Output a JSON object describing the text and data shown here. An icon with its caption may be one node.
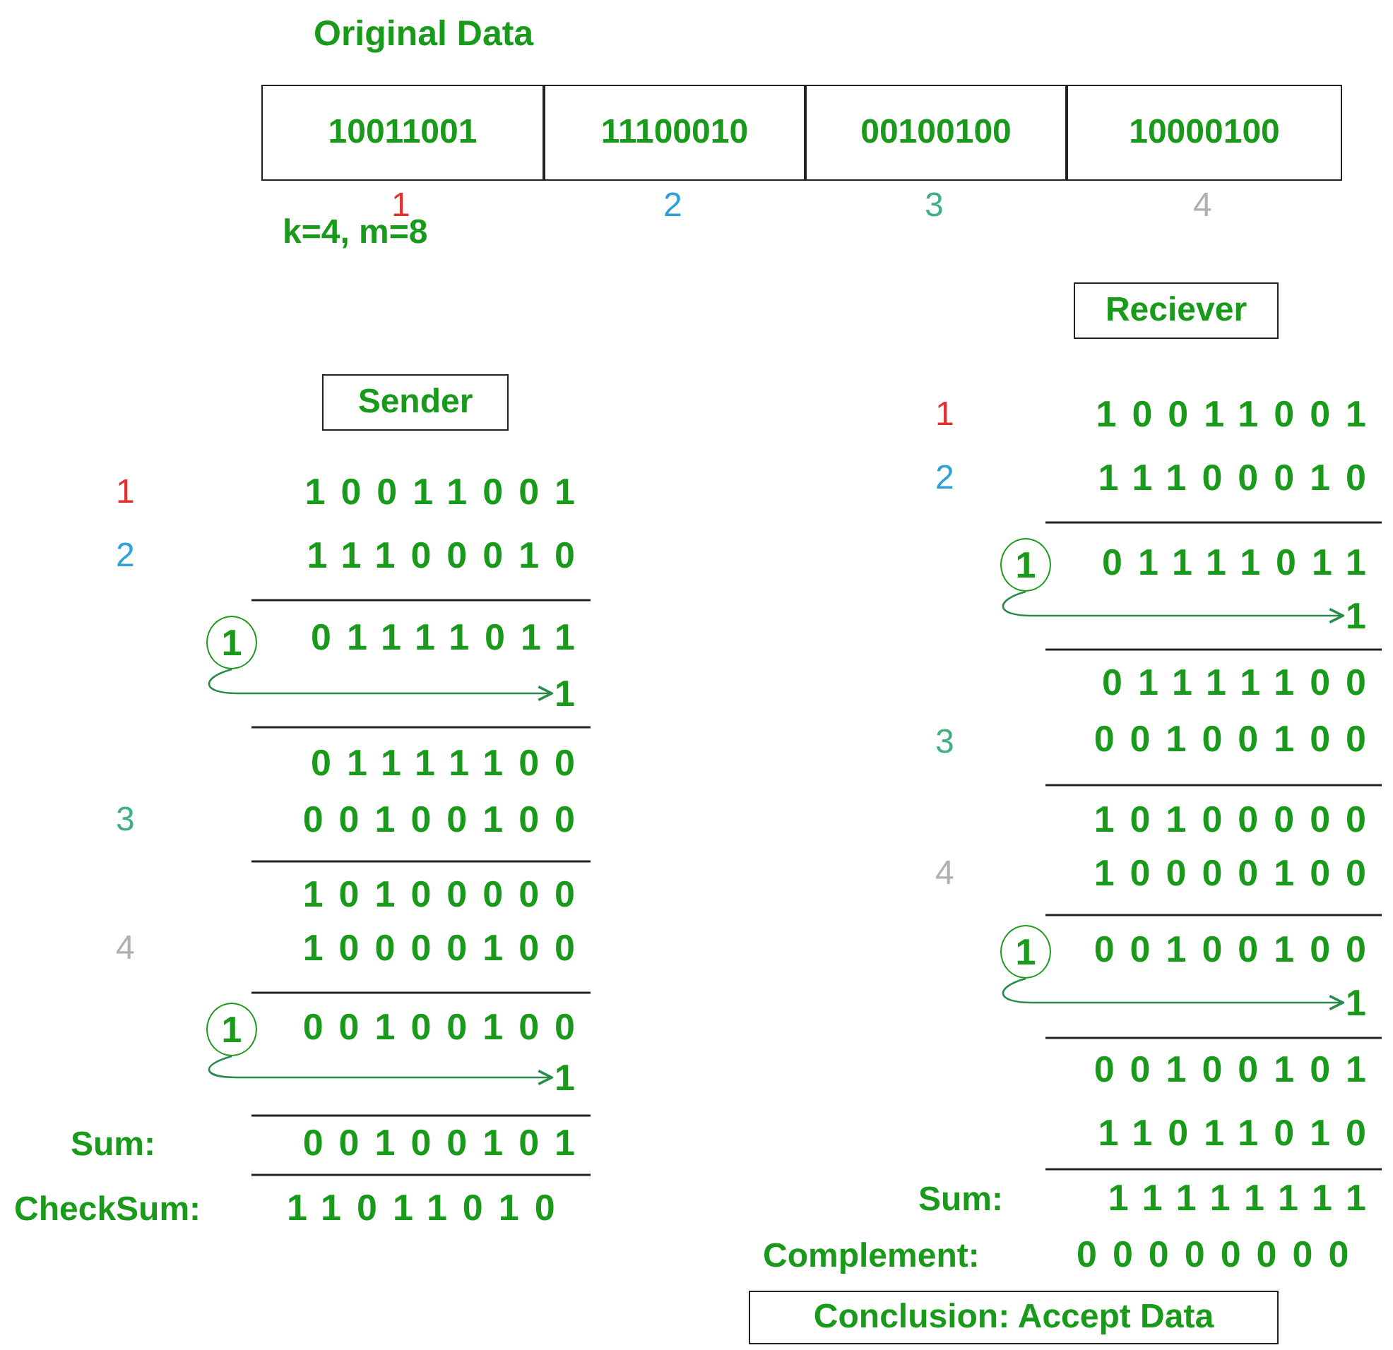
{
  "diagram": {
    "title": "Original Data",
    "nodes": [
      {
        "text": [
          "10011001"
        ],
        "beside": [
          "1"
        ]
      },
      {
        "text": [
          "11100010"
        ],
        "beside": [
          "2"
        ]
      },
      {
        "text": [
          "00100100"
        ],
        "beside": [
          "3"
        ]
      },
      {
        "text": [
          "10000100"
        ],
        "beside": [
          "4"
        ]
      },
      {
        "text": [
          "Sender"
        ]
      },
      {
        "text": [
          "1"
        ]
      },
      {
        "text": [
          "1"
        ]
      },
      {
        "text": [
          "1"
        ]
      },
      {
        "text": [
          "1"
        ]
      },
      {
        "text": [
          "Reciever"
        ]
      },
      {
        "text": [
          "1"
        ]
      },
      {
        "text": [
          "1"
        ]
      },
      {
        "text": [
          "1"
        ]
      },
      {
        "text": [
          "1"
        ]
      },
      {
        "text": [
          "Conclusion: Accept Data"
        ]
      }
    ],
    "edges": [
      {
        "from": 5,
        "to": 6,
        "arrow": "to"
      },
      {
        "from": 7,
        "to": 8,
        "arrow": "to"
      },
      {
        "from": 10,
        "to": 11,
        "arrow": "to"
      },
      {
        "from": 12,
        "to": 13,
        "arrow": "to"
      }
    ],
    "labels": [
      "k=4, m=8",
      "1",
      "10011001",
      "2",
      "11100010",
      "01111011",
      "01111100",
      "3",
      "00100100",
      "10100000",
      "4",
      "10000100",
      "00100100",
      "Sum:",
      "00100101",
      "CheckSum:",
      "11011010",
      "1",
      "10011001",
      "2",
      "11100010",
      "01111011",
      "01111100",
      "3",
      "00100100",
      "10100000",
      "4",
      "10000100",
      "00100100",
      "00100101",
      "11011010",
      "Sum:",
      "11111111",
      "Complement:",
      "00000000"
    ]
  }
}
